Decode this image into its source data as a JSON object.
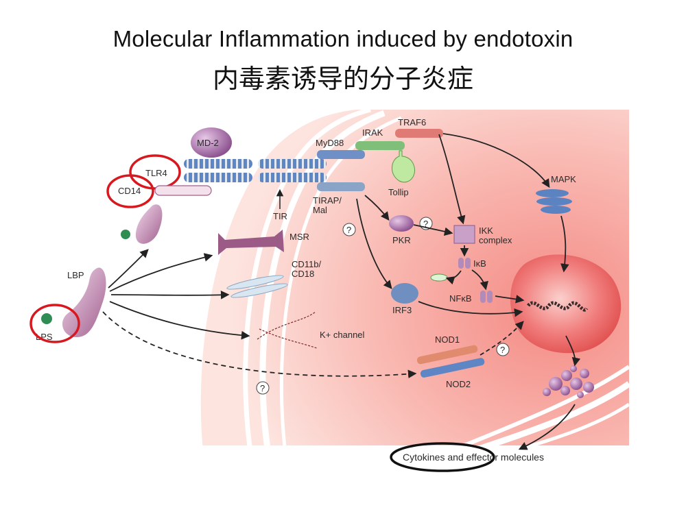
{
  "title": "Molecular Inflammation induced by endotoxin",
  "subtitle": "内毒素诱导的分子炎症",
  "labels": {
    "md2": "MD-2",
    "tlr4": "TLR4",
    "cd14": "CD14",
    "lbp": "LBP",
    "lps": "LPS",
    "myd88": "MyD88",
    "irak": "IRAK",
    "traf6": "TRAF6",
    "tollip": "Tollip",
    "tirap": "TIRAP/",
    "mal": "Mal",
    "tir": "TIR",
    "msr": "MSR",
    "cd11b": "CD11b/",
    "cd18": "CD18",
    "k_channel": "K+ channel",
    "pkr": "PKR",
    "ikk1": "IKK",
    "ikk2": "complex",
    "ikb": "IκB",
    "nfkb": "NFκB",
    "irf3": "IRF3",
    "mapk": "MAPK",
    "nod1": "NOD1",
    "nod2": "NOD2",
    "question": "?",
    "cytokines": "Cytokines and effector molecules"
  },
  "colors": {
    "highlight_red": "#d8181f",
    "highlight_black": "#111111",
    "cell_pink": "#f6a9a2",
    "nucleus": "#ef6f70",
    "myd88": "#6f8fc7",
    "irak": "#7fbf7a",
    "traf6": "#e07a74"
  }
}
